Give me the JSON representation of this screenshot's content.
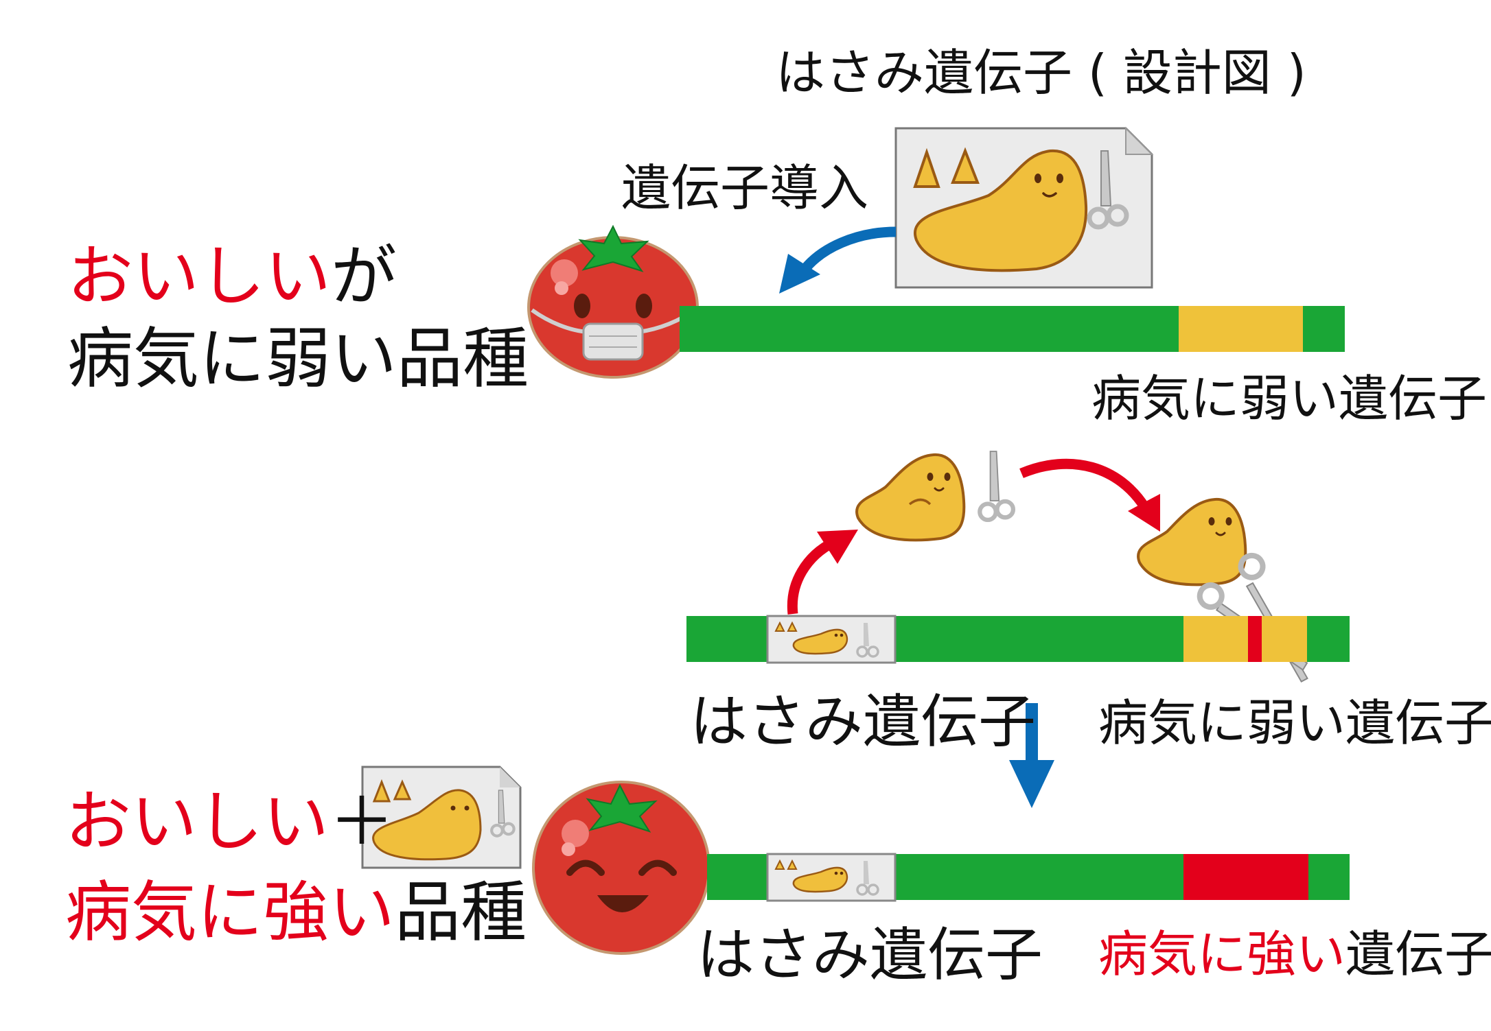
{
  "colors": {
    "strand": "#1aa636",
    "gene_weak": "#efc23a",
    "gene_strong": "#e3001b",
    "arrow_blue": "#0a6cb7",
    "arrow_red": "#e3001b",
    "emphasis": "#e3001b"
  },
  "top": {
    "title": "はさみ遺伝子 ( 設計図 )",
    "introduce": "遺伝子導入",
    "variety_emph": "おいしい",
    "variety_rest_1": "が",
    "variety_line2": "病気に弱い品種",
    "gene_label": "病気に弱い遺伝子"
  },
  "middle": {
    "scissors_gene_label": "はさみ遺伝子",
    "weak_gene_label": "病気に弱い遺伝子"
  },
  "bottom": {
    "emph_1": "おいしい",
    "plus": "＋",
    "emph_2": "病気に強い",
    "rest_2": "品種",
    "scissors_gene_label": "はさみ遺伝子",
    "gene_emph": "病気に強い",
    "gene_rest": "遺伝子"
  },
  "icons": {
    "tomato_sick": "tomato-with-mask-icon",
    "tomato_happy": "smiling-tomato-icon",
    "blueprint": "blueprint-card-icon",
    "scissors_character": "scissors-character-icon",
    "scissors": "scissors-icon"
  }
}
